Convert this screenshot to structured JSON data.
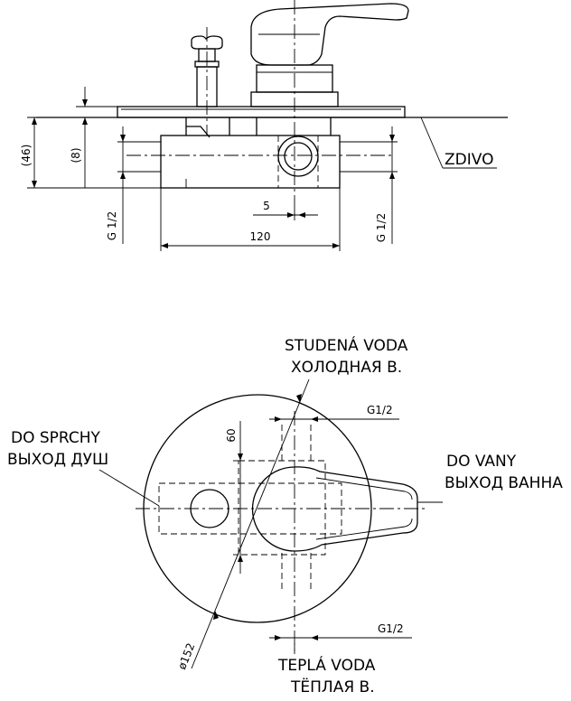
{
  "side_view": {
    "dim_46": "(46)",
    "dim_8": "(8)",
    "dim_5": "5",
    "dim_120": "120",
    "thread_left": "G 1/2",
    "thread_right": "G 1/2",
    "wall_label": "ZDIVO"
  },
  "front_view": {
    "cold_water_cz": "STUDENÁ VODA",
    "cold_water_ru": "ХОЛОДНАЯ В.",
    "shower_out_cz": "DO SPRCHY",
    "shower_out_ru": "ВЫХОД ДУШ",
    "bath_out_cz": "DO VANY",
    "bath_out_ru": "ВЫХОД ВАННА",
    "hot_water_cz": "TEPLÁ VODA",
    "hot_water_ru": "ТЁПЛАЯ В.",
    "thread_top": "G1/2",
    "thread_bottom": "G1/2",
    "dim_60": "60",
    "dim_diameter": "ø152"
  }
}
